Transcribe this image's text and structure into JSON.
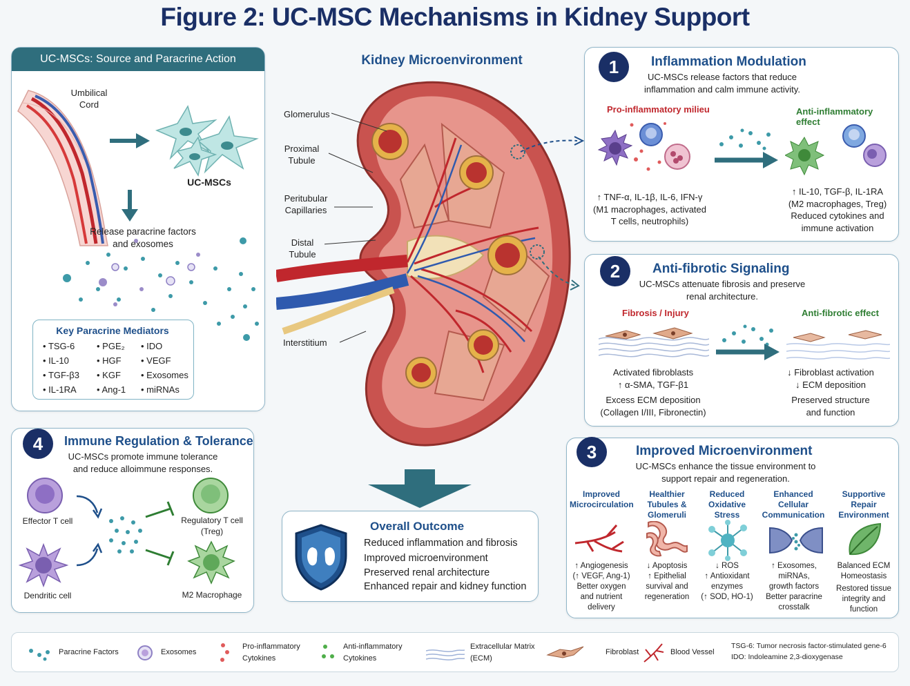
{
  "title": "Figure 2: UC-MSC Mechanisms in Kidney Support",
  "source_panel": {
    "header": "UC-MSCs: Source and Paracrine Action",
    "umbilical_cord": "Umbilical Cord",
    "uc_mscs": "UC-MSCs",
    "release_text": "Release paracrine factors and exosomes",
    "mediators_title": "Key Paracrine Mediators",
    "mediators": [
      "TSG-6",
      "IL-10",
      "TGF-β3",
      "IL-1RA",
      "PGE₂",
      "HGF",
      "KGF",
      "Ang-1",
      "IDO",
      "VEGF",
      "Exosomes",
      "miRNAs"
    ]
  },
  "kidney": {
    "title": "Kidney Microenvironment",
    "labels": [
      "Glomerulus",
      "Proximal Tubule",
      "Peritubular Capillaries",
      "Distal Tubule",
      "Interstitium"
    ]
  },
  "outcome": {
    "title": "Overall Outcome",
    "items": [
      "Reduced inflammation and fibrosis",
      "Improved microenvironment",
      "Preserved renal architecture",
      "Enhanced repair and kidney function"
    ]
  },
  "sec1": {
    "num": "1",
    "title": "Inflammation Modulation",
    "subtitle": "UC-MSCs release factors that reduce inflammation and calm immune activity.",
    "left_head": "Pro-inflammatory milieu",
    "right_head": "Anti-inflammatory effect",
    "left_text": [
      "↑ TNF-α, IL-1β, IL-6, IFN-γ",
      "(M1 macrophages, activated",
      "T cells, neutrophils)"
    ],
    "right_text": [
      "↑ IL-10, TGF-β, IL-1RA",
      "(M2 macrophages, Treg)",
      "Reduced cytokines and",
      "immune activation"
    ]
  },
  "sec2": {
    "num": "2",
    "title": "Anti-fibrotic Signaling",
    "subtitle": "UC-MSCs attenuate fibrosis and preserve renal architecture.",
    "left_head": "Fibrosis / Injury",
    "right_head": "Anti-fibrotic effect",
    "left_text": [
      "Activated fibroblasts",
      "↑ α-SMA, TGF-β1",
      "Excess ECM deposition",
      "(Collagen I/III, Fibronectin)"
    ],
    "right_text": [
      "↓ Fibroblast activation",
      "↓ ECM deposition",
      "Preserved structure",
      "and function"
    ]
  },
  "sec3": {
    "num": "3",
    "title": "Improved Microenvironment",
    "subtitle": "UC-MSCs enhance the tissue environment to support repair and regeneration.",
    "columns": [
      {
        "head": "Improved Microcirculation",
        "text": [
          "↑ Angiogenesis",
          "(↑ VEGF, Ang-1)",
          "Better oxygen",
          "and nutrient",
          "delivery"
        ]
      },
      {
        "head": "Healthier Tubules & Glomeruli",
        "text": [
          "↓ Apoptosis",
          "↑ Epithelial",
          "survival and",
          "regeneration"
        ]
      },
      {
        "head": "Reduced Oxidative Stress",
        "text": [
          "↓ ROS",
          "↑ Antioxidant",
          "enzymes",
          "(↑ SOD, HO-1)"
        ]
      },
      {
        "head": "Enhanced Cellular Communication",
        "text": [
          "↑ Exosomes,",
          "miRNAs,",
          "growth factors",
          "Better paracrine",
          "crosstalk"
        ]
      },
      {
        "head": "Supportive Repair Environment",
        "text": [
          "Balanced ECM",
          "Homeostasis",
          "Restored tissue",
          "integrity and",
          "function"
        ]
      }
    ]
  },
  "sec4": {
    "num": "4",
    "title": "Immune Regulation & Tolerance",
    "subtitle": "UC-MSCs promote immune tolerance and reduce alloimmune responses.",
    "cells": [
      "Effector T cell",
      "Dendritic cell",
      "Regulatory T cell (Treg)",
      "M2 Macrophage"
    ]
  },
  "legend": {
    "items": [
      "Paracrine Factors",
      "Exosomes",
      "Pro-inflammatory Cytokines",
      "Anti-inflammatory Cytokines",
      "Extracellular Matrix (ECM)",
      "Fibroblast",
      "Blood Vessel"
    ],
    "notes": [
      "TSG-6: Tumor necrosis factor-stimulated gene-6",
      "IDO: Indoleamine 2,3-dioxygenase"
    ]
  },
  "colors": {
    "navy": "#1a2f66",
    "teal": "#2f6e7d",
    "red": "#c0272d",
    "green": "#2e7d32",
    "blue": "#1e4f8a"
  }
}
